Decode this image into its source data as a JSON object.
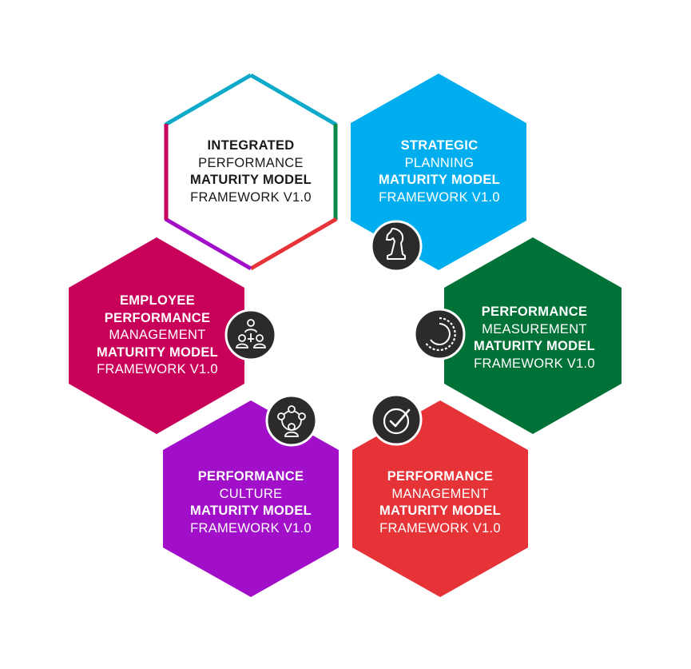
{
  "colors": {
    "background": "#ffffff",
    "icon_badge": "#2b2b2b",
    "icon_ring": "#ffffff",
    "dark_text": "#1a1a1a",
    "light_text": "#ffffff"
  },
  "hexagons": [
    {
      "id": "integrated",
      "fill": "#ffffff",
      "outline": true,
      "text_color": "#1a1a1a",
      "lines": [
        {
          "text": "INTEGRATED",
          "bold": true
        },
        {
          "text": "PERFORMANCE",
          "bold": false
        },
        {
          "text": "MATURITY MODEL",
          "bold": true
        },
        {
          "text": "FRAMEWORK V1.0",
          "bold": false
        }
      ]
    },
    {
      "id": "strategic-planning",
      "fill": "#00aeef",
      "outline": false,
      "text_color": "#ffffff",
      "icon": "chess-knight-icon",
      "lines": [
        {
          "text": "STRATEGIC",
          "bold": true
        },
        {
          "text": "PLANNING",
          "bold": false
        },
        {
          "text": "MATURITY MODEL",
          "bold": true
        },
        {
          "text": "FRAMEWORK V1.0",
          "bold": false
        }
      ]
    },
    {
      "id": "performance-measurement",
      "fill": "#007237",
      "outline": false,
      "text_color": "#ffffff",
      "icon": "measurement-gauge-icon",
      "lines": [
        {
          "text": "PERFORMANCE",
          "bold": true
        },
        {
          "text": "MEASUREMENT",
          "bold": false
        },
        {
          "text": "MATURITY MODEL",
          "bold": true
        },
        {
          "text": "FRAMEWORK V1.0",
          "bold": false
        }
      ]
    },
    {
      "id": "performance-management",
      "fill": "#e63338",
      "outline": false,
      "text_color": "#ffffff",
      "icon": "checkmark-circle-icon",
      "lines": [
        {
          "text": "PERFORMANCE",
          "bold": true
        },
        {
          "text": "MANAGEMENT",
          "bold": false
        },
        {
          "text": "MATURITY MODEL",
          "bold": true
        },
        {
          "text": "FRAMEWORK V1.0",
          "bold": false
        }
      ]
    },
    {
      "id": "performance-culture",
      "fill": "#a10fc9",
      "outline": false,
      "text_color": "#ffffff",
      "icon": "team-circle-icon",
      "lines": [
        {
          "text": "PERFORMANCE",
          "bold": true
        },
        {
          "text": "CULTURE",
          "bold": false
        },
        {
          "text": "MATURITY MODEL",
          "bold": true
        },
        {
          "text": "FRAMEWORK V1.0",
          "bold": false
        }
      ]
    },
    {
      "id": "employee-performance-management",
      "fill": "#c8005a",
      "outline": false,
      "text_color": "#ffffff",
      "icon": "employee-hierarchy-icon",
      "lines": [
        {
          "text": "EMPLOYEE",
          "bold": true
        },
        {
          "text": "PERFORMANCE",
          "bold": true
        },
        {
          "text": "MANAGEMENT",
          "bold": false
        },
        {
          "text": "MATURITY MODEL",
          "bold": true
        },
        {
          "text": "FRAMEWORK V1.0",
          "bold": false
        }
      ]
    }
  ],
  "outline_edge_colors": [
    "#0fa9c9",
    "#0fa9c9",
    "#0a8a4a",
    "#e63338",
    "#a10fc9",
    "#c8005a"
  ]
}
